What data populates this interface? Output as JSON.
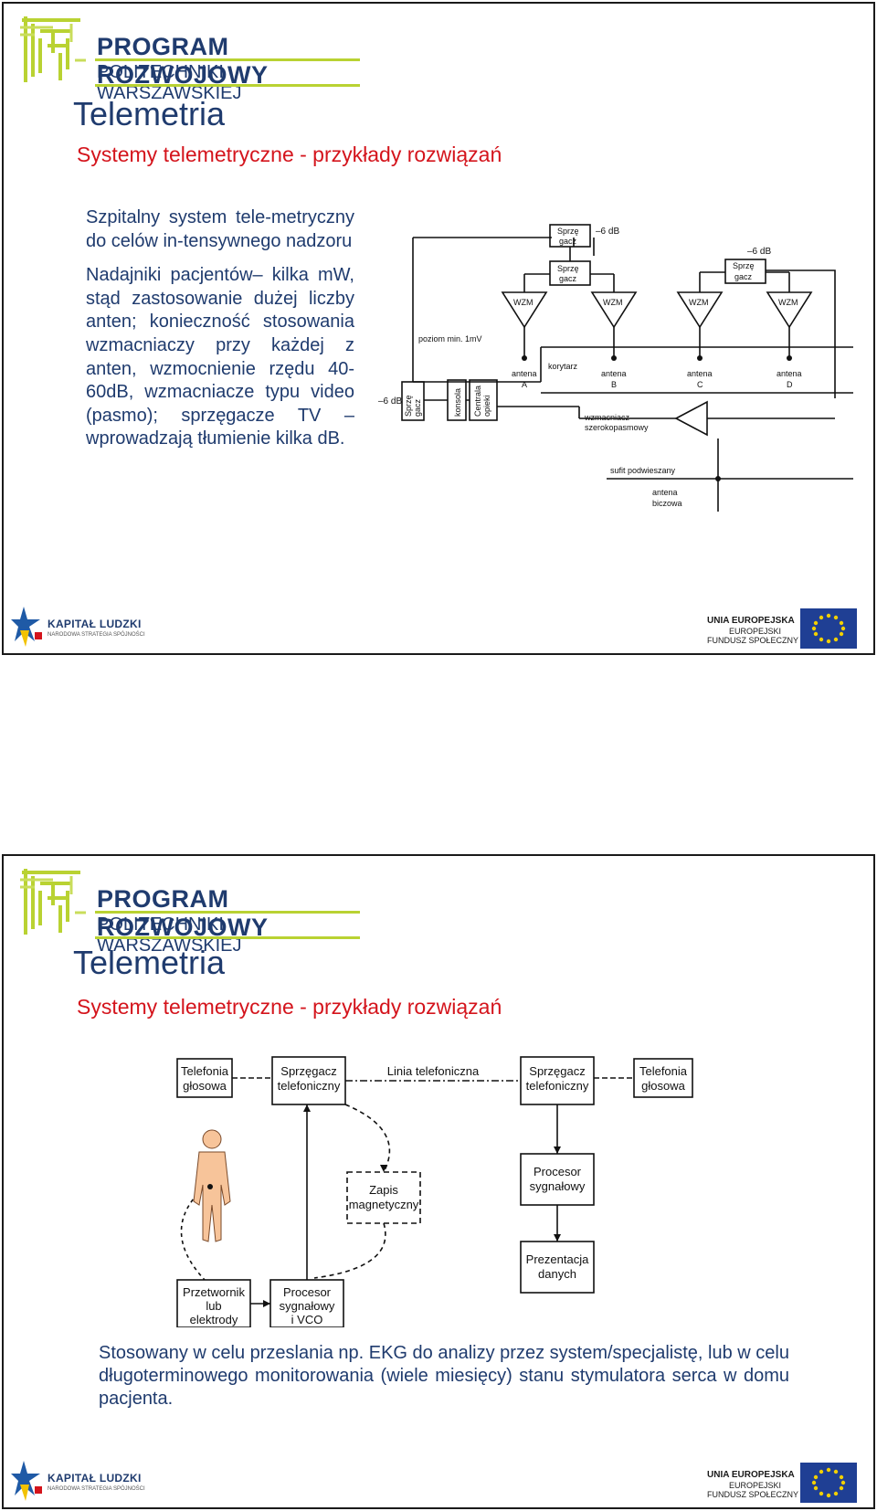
{
  "logo": {
    "line1": "PROGRAM ROZWOJOWY",
    "line2": "POLITECHNIKI WARSZAWSKIEJ",
    "colors": {
      "green": "#b9d232",
      "navy": "#1f3b6e"
    }
  },
  "slide1": {
    "title": "Telemetria",
    "subtitle": "Systemy telemetryczne - przykłady rozwiązań",
    "heading": "Szpitalny system tele-metryczny do celów in-tensywnego nadzoru",
    "body": "Nadajniki pacjentów– kilka mW, stąd zastosowanie dużej liczby anten; konieczność stosowania wzmacniaczy przy każdej z anten, wzmocnienie rzędu 40-60dB, wzmacniacze typu video (pasmo); sprzęgacze TV – wprowadzają tłumienie kilka dB.",
    "diagram": {
      "coupler_label": [
        "Sprzę",
        "gacz"
      ],
      "db_label": "–6 dB",
      "amp_label": "WZM",
      "level_label": "poziom min. 1mV",
      "console_label": "konsola",
      "central_label": [
        "Centrala",
        "opieki"
      ],
      "corridor_label": "korytarz",
      "antennas": [
        {
          "name": "antena",
          "letter": "A"
        },
        {
          "name": "antena",
          "letter": "B"
        },
        {
          "name": "antena",
          "letter": "C"
        },
        {
          "name": "antena",
          "letter": "D"
        }
      ],
      "wideband_label": [
        "wzmacniacz",
        "szerokopasmowy"
      ],
      "ceiling_label": "sufit podwieszany",
      "whip_label": [
        "antena",
        "biczowa"
      ]
    }
  },
  "slide2": {
    "title": "Telemetria",
    "subtitle": "Systemy telemetryczne - przykłady rozwiązań",
    "diagram": {
      "phone_left": [
        "Telefonia",
        "głosowa"
      ],
      "coupler_left": [
        "Sprzęgacz",
        "telefoniczny"
      ],
      "line_label": "Linia telefoniczna",
      "coupler_right": [
        "Sprzęgacz",
        "telefoniczny"
      ],
      "phone_right": [
        "Telefonia",
        "głosowa"
      ],
      "tape": [
        "Zapis",
        "magnetyczny"
      ],
      "processor_right": [
        "Procesor",
        "sygnałowy"
      ],
      "presentation": [
        "Prezentacja",
        "danych"
      ],
      "transducer": [
        "Przetwornik",
        "lub",
        "elektrody"
      ],
      "processor_vco": [
        "Procesor",
        "sygnałowy",
        "i VCO"
      ]
    },
    "caption": "Stosowany w celu przeslania np. EKG do analizy przez system/specjalistę, lub w celu długoterminowego monitorowania (wiele miesięcy) stanu stymulatora serca w domu pacjenta."
  },
  "footer": {
    "kl_title": "KAPITAŁ LUDZKI",
    "kl_sub": "NARODOWA STRATEGIA SPÓJNOŚCI",
    "ue_line1": "UNIA EUROPEJSKA",
    "ue_line2": "EUROPEJSKI",
    "ue_line3": "FUNDUSZ SPOŁECZNY"
  }
}
